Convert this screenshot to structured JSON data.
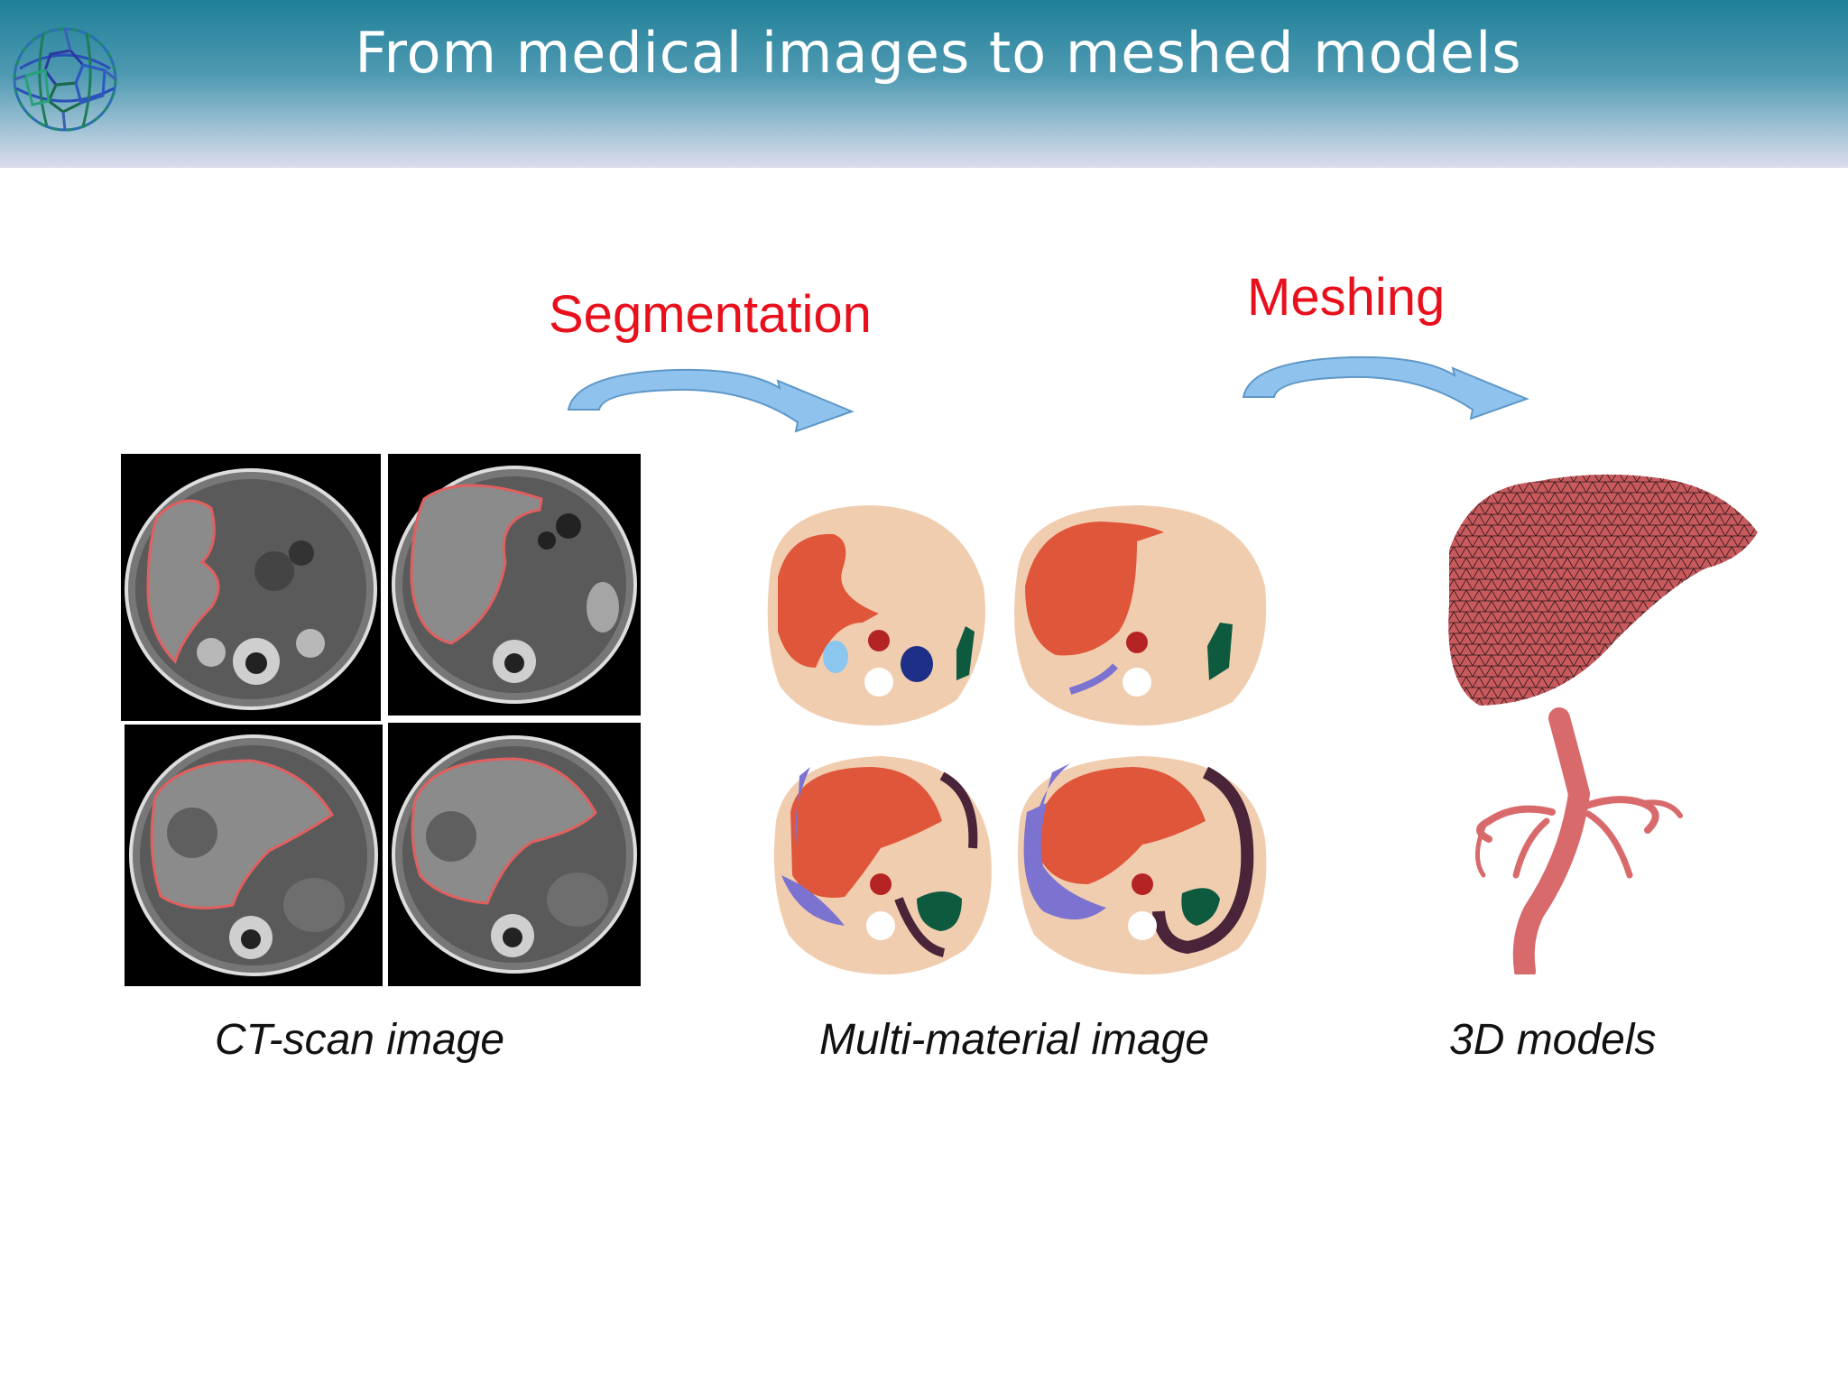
{
  "slide": {
    "title": "From medical images to meshed models"
  },
  "steps": {
    "segmentation_label": "Segmentation",
    "meshing_label": "Meshing"
  },
  "captions": {
    "ct_scan": "CT-scan image",
    "multi_material": "Multi-material image",
    "models_3d": "3D models"
  },
  "colors": {
    "header_top": "#1e8098",
    "header_bottom": "#dcdcec",
    "step_label": "#e8101c",
    "arrow_fill": "#8fc3ee",
    "liver": "#e0563a",
    "tissue": "#f1cdb0",
    "kidney_dark": "#1d2f86",
    "spleen": "#0d5a3f",
    "lung_purple": "#7c72d0",
    "mesh_red": "#c85a5e",
    "vessel": "#d86a6c"
  },
  "icons": {
    "logo": "mesh-sphere-icon"
  }
}
